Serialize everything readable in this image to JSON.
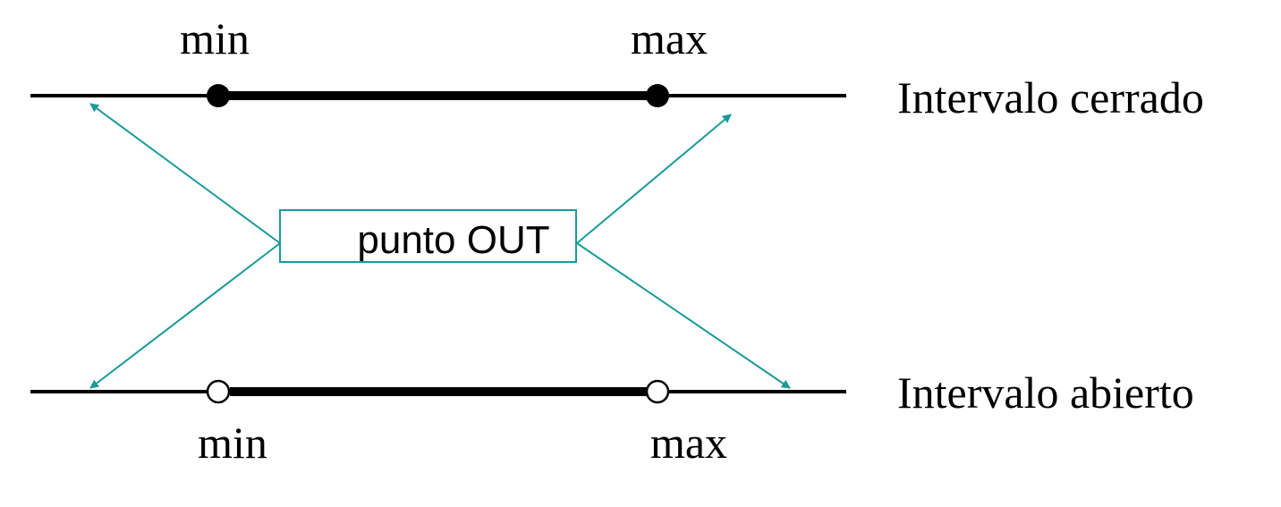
{
  "colors": {
    "line": "#000000",
    "arrow": "#1a9a9a",
    "background": "#ffffff"
  },
  "closed_interval": {
    "label": "Intervalo cerrado",
    "min_label": "min",
    "max_label": "max",
    "endpoint_style": "filled"
  },
  "open_interval": {
    "label": "Intervalo abierto",
    "min_label": "min",
    "max_label": "max",
    "endpoint_style": "hollow"
  },
  "out_point": {
    "label": "punto OUT"
  }
}
